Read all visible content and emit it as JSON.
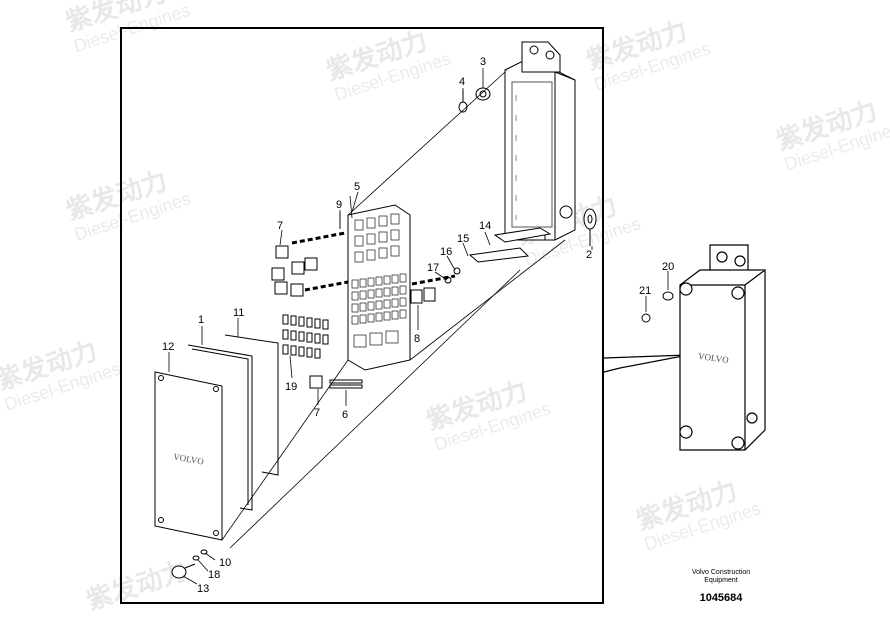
{
  "watermark": {
    "brand": "紫发动力",
    "sub": "Diesel-Engines"
  },
  "callouts": {
    "c1": "1",
    "c2": "2",
    "c3": "3",
    "c4": "4",
    "c5": "5",
    "c6": "6",
    "c7a": "7",
    "c7b": "7",
    "c8": "8",
    "c9": "9",
    "c10": "10",
    "c11": "11",
    "c12": "12",
    "c13": "13",
    "c14": "14",
    "c15": "15",
    "c16": "16",
    "c17": "17",
    "c18": "18",
    "c19": "19",
    "c20": "20",
    "c21": "21"
  },
  "logos": {
    "cover": "VOLVO",
    "assembled": "VOLVO"
  },
  "footer": {
    "company_line1": "Volvo Construction",
    "company_line2": "Equipment",
    "drawing_number": "1045684"
  }
}
